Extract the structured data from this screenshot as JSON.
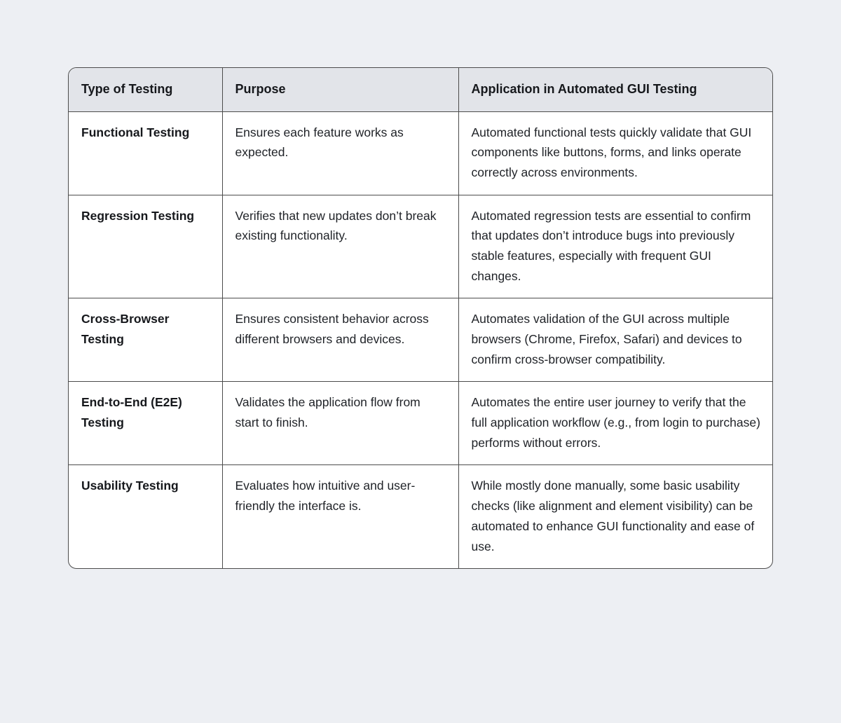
{
  "page": {
    "background": "#edeff3",
    "table_border_color": "#4c4c4c",
    "header_background": "#e2e4e9"
  },
  "table": {
    "headers": [
      "Type of Testing",
      "Purpose",
      "Application in Automated GUI Testing"
    ],
    "rows": [
      {
        "type": "Functional Testing",
        "purpose": "Ensures each feature works as expected.",
        "application": "Automated functional tests quickly validate that GUI components like buttons, forms, and links operate correctly across environments."
      },
      {
        "type": "Regression Testing",
        "purpose": "Verifies that new updates don’t break existing functionality.",
        "application": "Automated regression tests are essential to confirm that updates don’t introduce bugs into previously stable features, especially with frequent GUI changes."
      },
      {
        "type": "Cross-Browser Testing",
        "purpose": "Ensures consistent behavior across different browsers and devices.",
        "application": "Automates validation of the GUI across multiple browsers (Chrome, Firefox, Safari) and devices to confirm cross-browser compatibility."
      },
      {
        "type": "End-to-End (E2E) Testing",
        "purpose": "Validates the application flow from start to finish.",
        "application": "Automates the entire user journey to verify that the full application workflow (e.g., from login to purchase) performs without errors."
      },
      {
        "type": "Usability Testing",
        "purpose": "Evaluates how intuitive and user-friendly the interface is.",
        "application": "While mostly done manually, some basic usability checks (like alignment and element visibility) can be automated to enhance GUI functionality and ease of use."
      }
    ]
  }
}
